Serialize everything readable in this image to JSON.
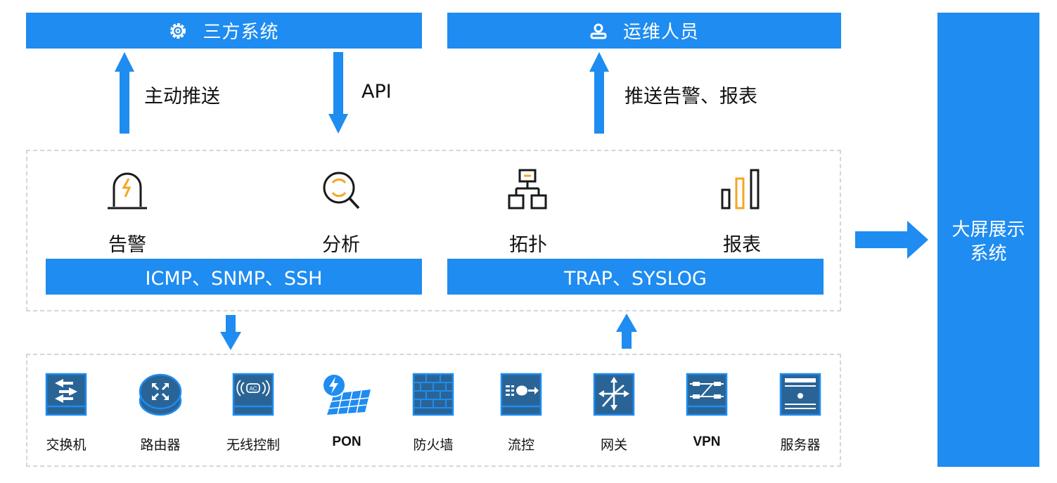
{
  "top": {
    "third_party": {
      "label": "三方系统",
      "icon": "gear-icon"
    },
    "ops_staff": {
      "label": "运维人员",
      "icon": "user-icon"
    }
  },
  "flows": {
    "push": "主动推送",
    "api": "API",
    "alerts_reports": "推送告警、报表"
  },
  "functions": [
    {
      "label": "告警",
      "icon": "alarm-icon"
    },
    {
      "label": "分析",
      "icon": "analysis-icon"
    },
    {
      "label": "拓扑",
      "icon": "topology-icon"
    },
    {
      "label": "报表",
      "icon": "bar-chart-icon"
    }
  ],
  "protocols": {
    "left": "ICMP、SNMP、SSH",
    "right": "TRAP、SYSLOG"
  },
  "devices": [
    {
      "label": "交换机",
      "icon": "switch-icon"
    },
    {
      "label": "路由器",
      "icon": "router-icon"
    },
    {
      "label": "无线控制",
      "icon": "wireless-controller-icon"
    },
    {
      "label": "PON",
      "icon": "pon-icon"
    },
    {
      "label": "防火墙",
      "icon": "firewall-icon"
    },
    {
      "label": "流控",
      "icon": "flow-control-icon"
    },
    {
      "label": "网关",
      "icon": "gateway-icon"
    },
    {
      "label": "VPN",
      "icon": "vpn-icon"
    },
    {
      "label": "服务器",
      "icon": "server-icon"
    }
  ],
  "big_screen": {
    "line1": "大屏展示",
    "line2": "系统"
  },
  "colors": {
    "primary": "#1e8cf0",
    "accent": "#f5a623",
    "device_fill": "#2a6496",
    "dash": "#d6d6d6"
  }
}
